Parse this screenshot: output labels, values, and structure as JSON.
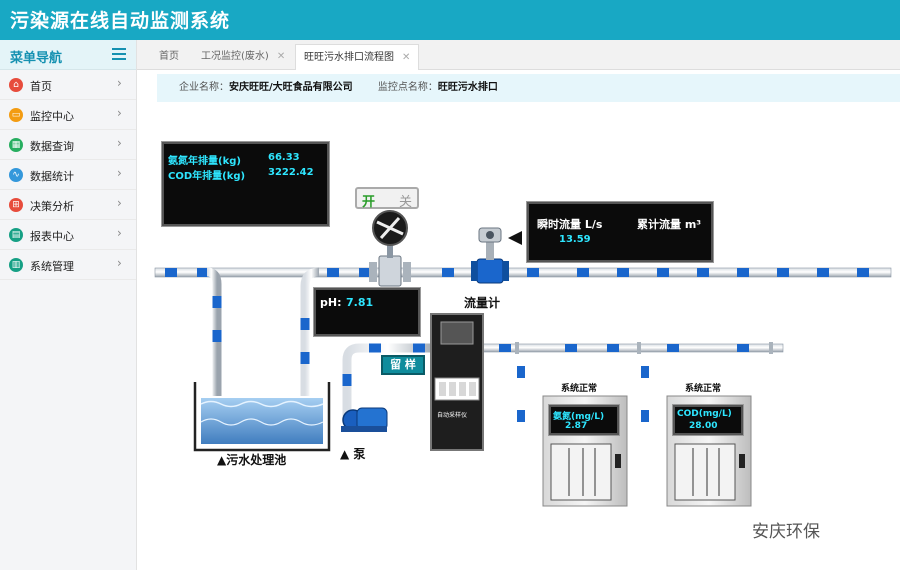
{
  "app": {
    "title": "污染源在线自动监测系统"
  },
  "sidebar": {
    "title": "菜单导航",
    "items": [
      {
        "label": "首页",
        "icon": "home-icon",
        "color": "#e74c3c"
      },
      {
        "label": "监控中心",
        "icon": "monitor-icon",
        "color": "#f39c12"
      },
      {
        "label": "数据查询",
        "icon": "data-query-icon",
        "color": "#27ae60"
      },
      {
        "label": "数据统计",
        "icon": "stats-icon",
        "color": "#3498db"
      },
      {
        "label": "决策分析",
        "icon": "analysis-icon",
        "color": "#e74c3c"
      },
      {
        "label": "报表中心",
        "icon": "report-icon",
        "color": "#16a085"
      },
      {
        "label": "系统管理",
        "icon": "settings-icon",
        "color": "#16a085"
      }
    ]
  },
  "tabs": [
    {
      "label": "首页",
      "closable": false,
      "active": false
    },
    {
      "label": "工况监控(废水)",
      "closable": true,
      "active": false
    },
    {
      "label": "旺旺污水排口流程图",
      "closable": true,
      "active": true
    }
  ],
  "info": {
    "company_key": "企业名称：",
    "company": "安庆旺旺/大旺食品有限公司",
    "point_key": "监控点名称：",
    "point": "旺旺污水排口"
  },
  "diagram": {
    "emission": {
      "ammonia_label": "氨氮年排量(kg)",
      "ammonia_value": "66.33",
      "cod_label": "COD年排量(kg)",
      "cod_value": "3222.42"
    },
    "valve": {
      "on": "开",
      "off": "关"
    },
    "flow": {
      "instant_label": "瞬时流量 L/s",
      "cumulative_label": "累计流量 m³",
      "instant_value": "13.59",
      "meter_label": "流量计"
    },
    "ph": {
      "label": "pH:",
      "value": "7.81"
    },
    "sample_button": "留 样",
    "sampler_label": "自动采样仪",
    "pool_label": "▲污水处理池",
    "pump_label": "▲ 泵",
    "analyzer1": {
      "status": "系统正常",
      "label": "氨氮(mg/L)",
      "value": "2.87"
    },
    "analyzer2": {
      "status": "系统正常",
      "label": "COD(mg/L)",
      "value": "28.00"
    }
  },
  "watermark": "安庆环保",
  "colors": {
    "topbar": "#18a8c4",
    "pipe_blue": "#1a66cc",
    "display_cyan": "#2ee6ff"
  }
}
